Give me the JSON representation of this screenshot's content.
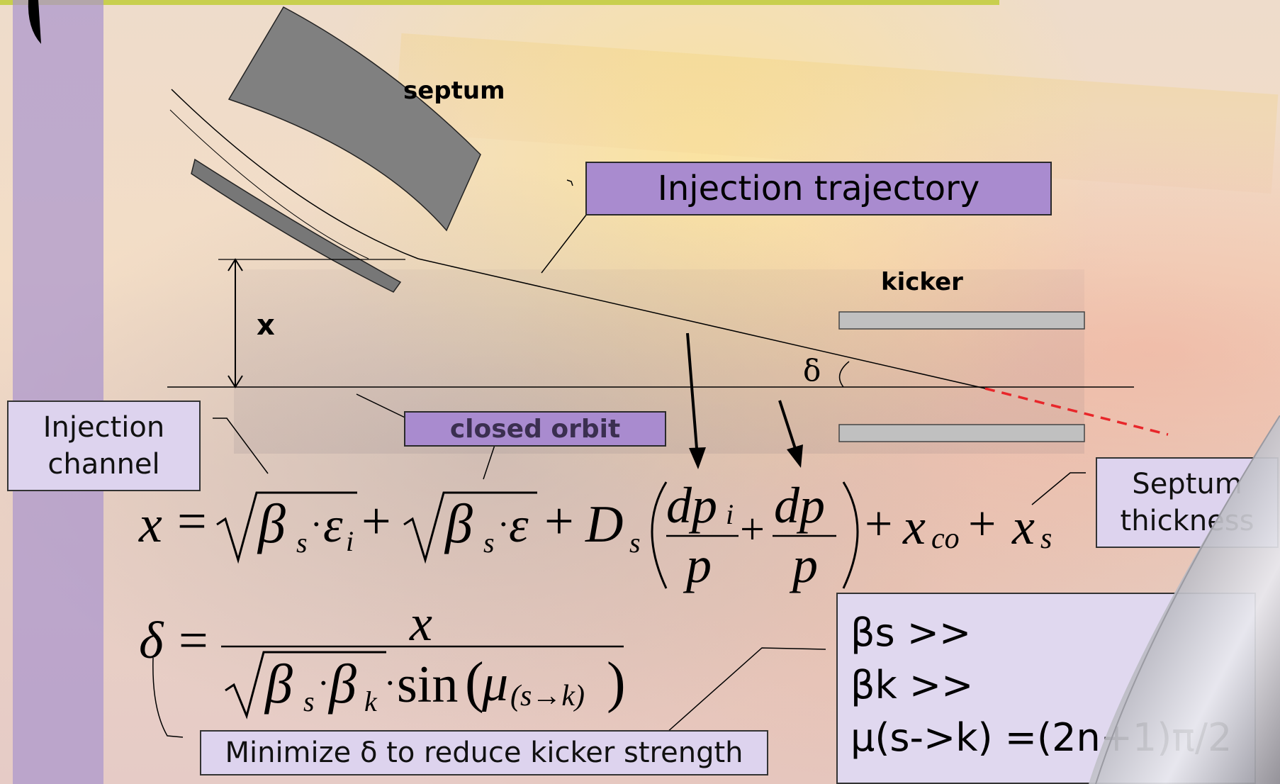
{
  "labels": {
    "septum": "septum",
    "kicker": "kicker",
    "x": "x",
    "delta": "δ",
    "injection_trajectory": "Injection trajectory",
    "closed_orbit": "closed orbit",
    "injection_channel": "Injection channel",
    "septum_thickness": "Septum thickness",
    "minimize": "Minimize δ to reduce kicker strength"
  },
  "equation1": {
    "lhs": "x",
    "t1_beta": "β",
    "t1_sub_s": "s",
    "t1_eps": "ε",
    "t1_sub_i": "i",
    "t2_beta": "β",
    "t2_sub_s": "s",
    "t2_eps": "ε",
    "d": "D",
    "d_sub": "s",
    "frac1_num": "dp",
    "frac1_num_sub": "i",
    "frac1_den": "p",
    "frac2_num": "dp",
    "frac2_den": "p",
    "xco": "x",
    "xco_sub": "co",
    "xs": "x",
    "xs_sub": "s"
  },
  "equation2": {
    "lhs": "δ",
    "num": "x",
    "beta_s": "β",
    "sub_s": "s",
    "beta_k": "β",
    "sub_k": "k",
    "sin": "sin",
    "mu": "μ",
    "mu_arg": "(s→k)"
  },
  "conditions": [
    "βs >>",
    "βk >>",
    "μ(s->k) =(2n+1)π/2"
  ],
  "colors": {
    "purple_box": "#a98bcf",
    "lavender_box": "#ddd3ee",
    "septum_gray": "#808080",
    "kicker_gray": "#c0c0c0",
    "red_dash": "#e8262a"
  }
}
